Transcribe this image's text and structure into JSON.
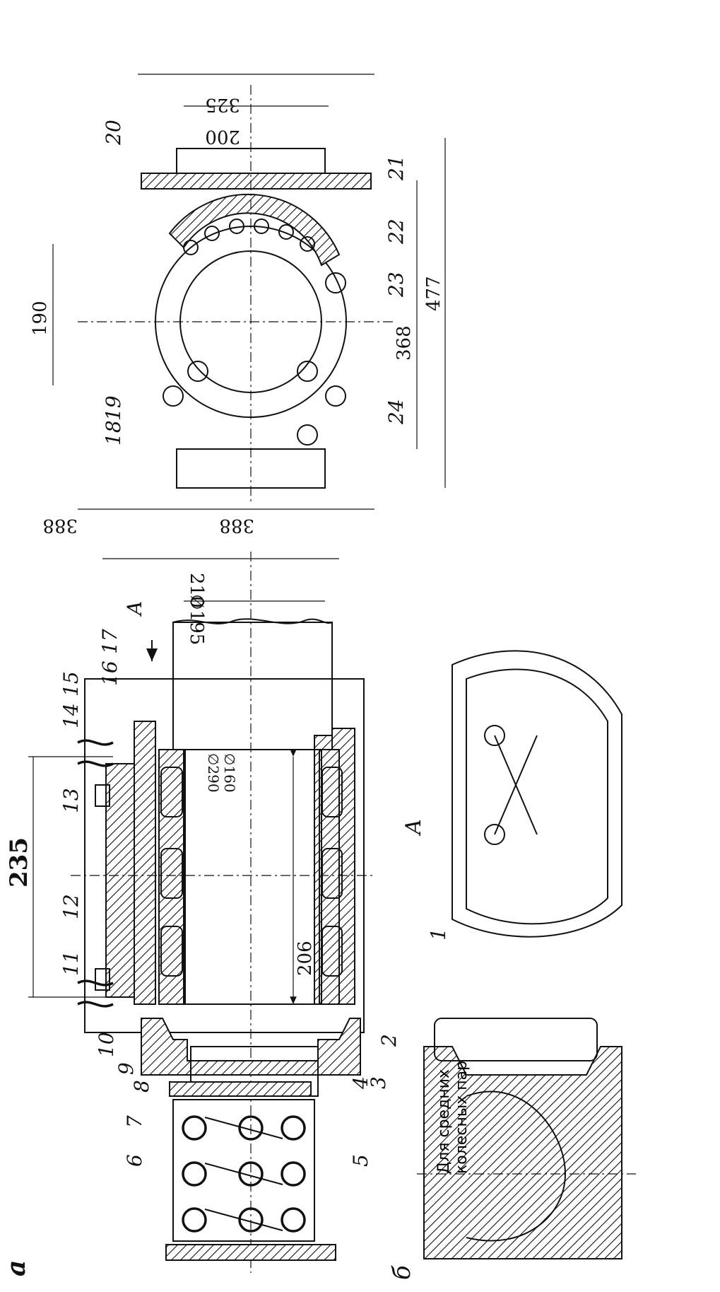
{
  "view_labels": {
    "a": "a",
    "b": "б",
    "A_section": "A",
    "A_arrow": "A"
  },
  "part_numbers": {
    "p1": "1",
    "p2": "2",
    "p3": "3",
    "p4": "4",
    "p5": "5",
    "p6": "6",
    "p7": "7",
    "p8": "8",
    "p9": "9",
    "p10": "10",
    "p11": "11",
    "p12": "12",
    "p13": "13",
    "p14": "14",
    "p15": "15",
    "p16": "16",
    "p17": "17",
    "p18": "18",
    "p19": "19",
    "p20": "20",
    "p21": "21",
    "p22": "22",
    "p23": "23",
    "p24": "24"
  },
  "dimensions": {
    "d235": "235",
    "d206": "206",
    "d210": "210",
    "d195": "∅195",
    "d290": "∅290",
    "d160": "∅160",
    "d325": "325",
    "d200": "200",
    "d190": "190",
    "d368": "368",
    "d477": "477",
    "d388_left": "388",
    "d388_bottom": "388"
  },
  "note": {
    "line1": "Для средних",
    "line2": "колесных пар"
  }
}
